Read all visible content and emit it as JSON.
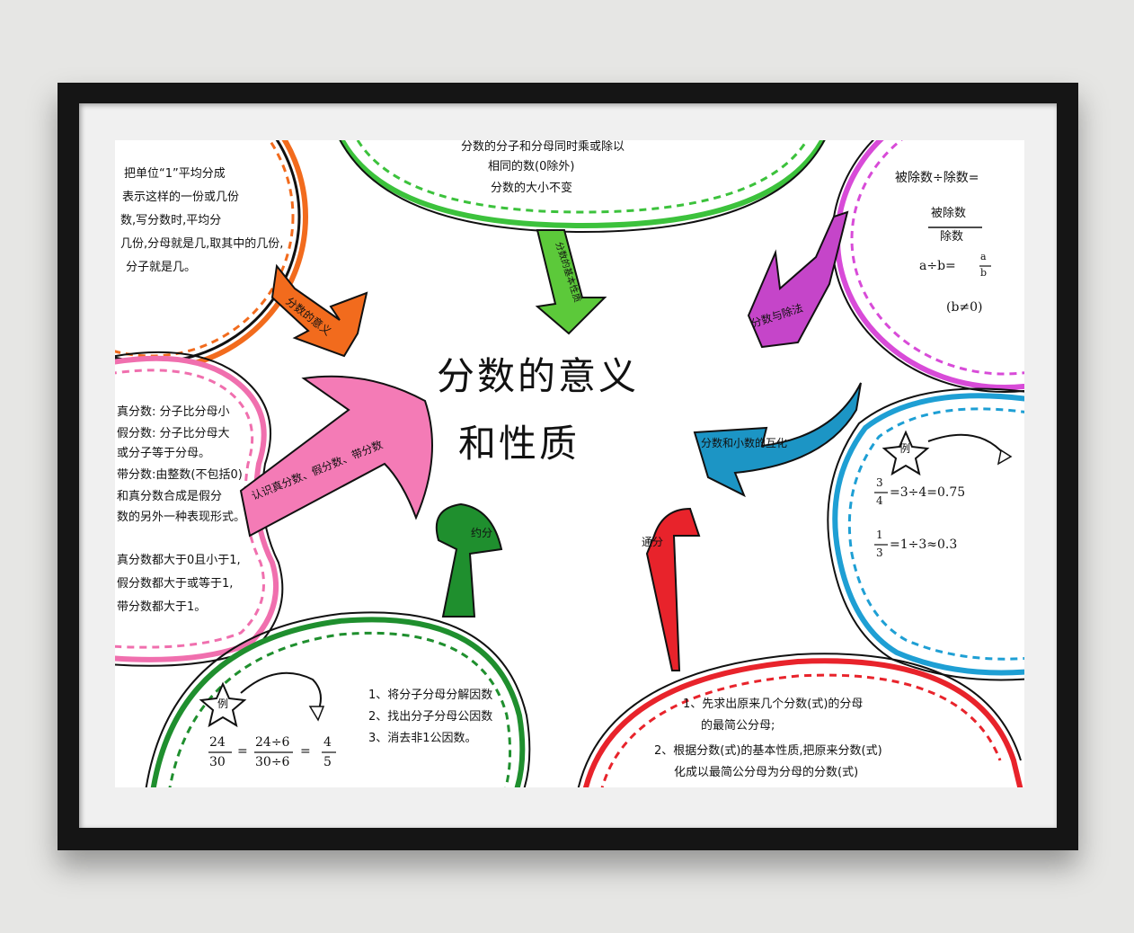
{
  "title_line1": "分数的意义",
  "title_line2": "和性质",
  "meaning": {
    "arrow_label": "分数的意义",
    "lines": [
      "把单位“1”平均分成",
      "表示这样的一份或几份",
      "数,写分数时,平均分",
      "几份,分母就是几,取其中的几份,",
      "分子就是几。"
    ]
  },
  "basic_property": {
    "arrow_label": "分数的基本性质",
    "lines": [
      "分数的分子和分母同时乘或除以",
      "相同的数(0除外)",
      "分数的大小不变"
    ]
  },
  "division": {
    "arrow_label": "分数与除法",
    "line1": "被除数÷除数=",
    "numerator": "被除数",
    "denominator": "除数",
    "formula": "a÷b=",
    "frac_num": "a",
    "frac_den": "b",
    "condition": "(b≠0)"
  },
  "fraction_types": {
    "arrow_label": "认识真分数、假分数、带分数",
    "lines": [
      "真分数: 分子比分母小",
      "假分数: 分子比分母大",
      "或分子等于分母。",
      "带分数:由整数(不包括0)",
      "和真分数合成是假分",
      "数的另外一种表现形式。"
    ],
    "compare_lines": [
      "真分数都大于0且小于1,",
      "假分数都大于或等于1,",
      "带分数都大于1。"
    ]
  },
  "decimal": {
    "arrow_label": "分数和小数的互化",
    "example_label": "例",
    "ex1_num": "3",
    "ex1_den": "4",
    "ex1_rest": "=3÷4=0.75",
    "ex2_num": "1",
    "ex2_den": "3",
    "ex2_rest": "=1÷3≈0.3"
  },
  "reduce": {
    "arrow_label": "约分",
    "example_label": "例",
    "f1_num": "24",
    "f1_den": "30",
    "f2_num": "24÷6",
    "f2_den": "30÷6",
    "f3_num": "4",
    "f3_den": "5",
    "eq": "=",
    "steps": [
      "1、将分子分母分解因数",
      "2、找出分子分母公因数",
      "3、消去非1公因数。"
    ]
  },
  "common_denominator": {
    "arrow_label": "通分",
    "steps": [
      "1、先求出原来几个分数(式)的分母",
      "的最简公分母;",
      "2、根据分数(式)的基本性质,把原来分数(式)",
      "化成以最简公分母为分母的分数(式)"
    ]
  },
  "colors": {
    "orange": "#f26b1d",
    "green": "#3cc23c",
    "magenta": "#d84bd8",
    "pink": "#f06fae",
    "blue": "#1e9fd4",
    "dark_green": "#1f8f2e",
    "red": "#e8232b",
    "frame": "#151515"
  }
}
